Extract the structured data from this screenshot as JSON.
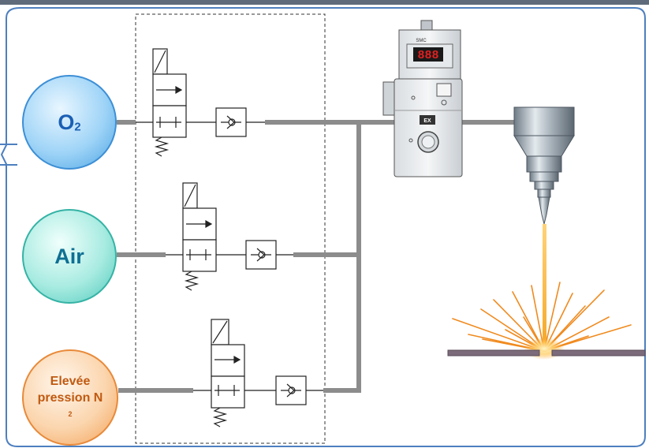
{
  "sources": {
    "o2": {
      "main": "O",
      "sub": "2"
    },
    "air": {
      "label": "Air"
    },
    "n2": {
      "line1": "Elevée",
      "line2_main": "pression N",
      "line2_sub": "2"
    }
  },
  "regulator": {
    "display": "888",
    "brand": "SMC",
    "badge": "EX"
  },
  "colors": {
    "frame": "#4d7fbf",
    "pipe": "#8c8c8c",
    "beam": "#f5a623",
    "spark": "#f08a1e",
    "workpiece": "#7c6b7a",
    "display_digits": "#e02020"
  }
}
